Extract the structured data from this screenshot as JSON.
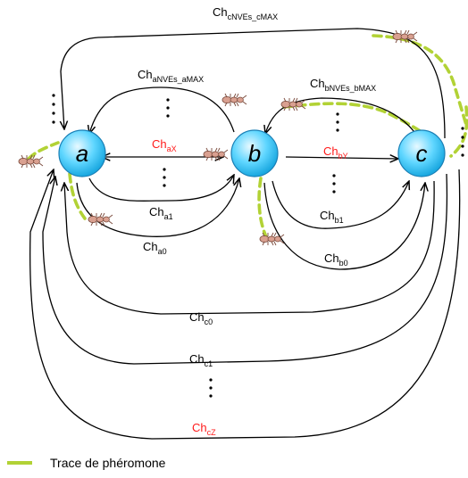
{
  "nodes": [
    {
      "id": "a",
      "label": "a"
    },
    {
      "id": "b",
      "label": "b"
    },
    {
      "id": "c",
      "label": "c"
    }
  ],
  "edges": [
    {
      "id": "ch-cnves-cmax",
      "base": "Ch",
      "sub": "cNVEs_cMAX",
      "highlight": false
    },
    {
      "id": "ch-anves-amax",
      "base": "Ch",
      "sub": "aNVEs_aMAX",
      "highlight": false
    },
    {
      "id": "ch-bnves-bmax",
      "base": "Ch",
      "sub": "bNVEs_bMAX",
      "highlight": false
    },
    {
      "id": "ch-ax",
      "base": "Ch",
      "sub": "aX",
      "highlight": true
    },
    {
      "id": "ch-by",
      "base": "Ch",
      "sub": "bY",
      "highlight": true
    },
    {
      "id": "ch-a1",
      "base": "Ch",
      "sub": "a1",
      "highlight": false
    },
    {
      "id": "ch-a0",
      "base": "Ch",
      "sub": "a0",
      "highlight": false
    },
    {
      "id": "ch-b1",
      "base": "Ch",
      "sub": "b1",
      "highlight": false
    },
    {
      "id": "ch-b0",
      "base": "Ch",
      "sub": "b0",
      "highlight": false
    },
    {
      "id": "ch-c0",
      "base": "Ch",
      "sub": "c0",
      "highlight": false
    },
    {
      "id": "ch-c1",
      "base": "Ch",
      "sub": "c1",
      "highlight": false
    },
    {
      "id": "ch-cz",
      "base": "Ch",
      "sub": "cZ",
      "highlight": true
    }
  ],
  "legend": {
    "label": "Trace de phéromone"
  },
  "colors": {
    "node_fill": "#33ccff",
    "node_stroke": "#1a7fb5",
    "trail": "#b2d235",
    "highlight_label": "#ff1a1a",
    "ant": "#c87a66"
  },
  "icons": {
    "ant": "ant-icon"
  }
}
